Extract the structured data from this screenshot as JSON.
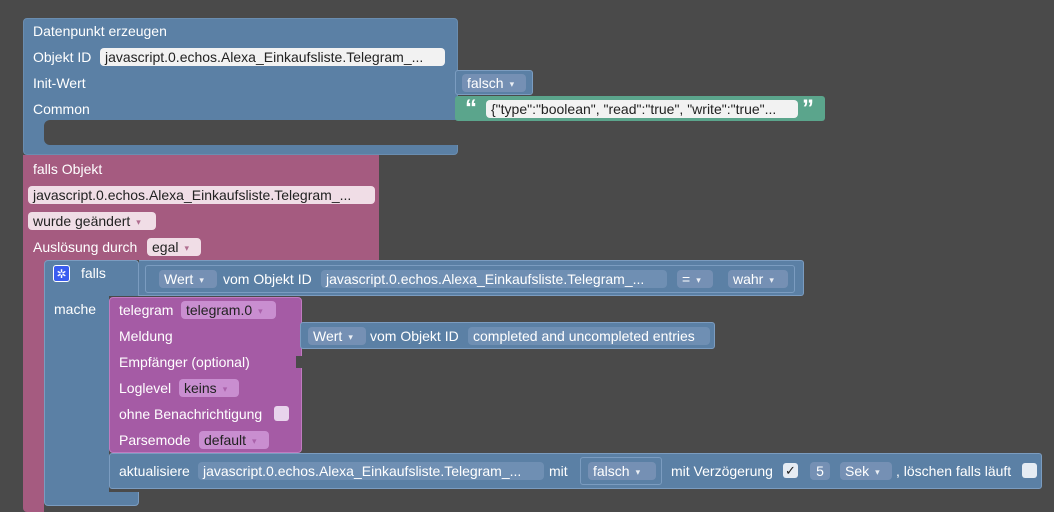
{
  "create_block": {
    "title": "Datenpunkt erzeugen",
    "object_id_label": "Objekt ID",
    "object_id_value": "javascript.0.echos.Alexa_Einkaufsliste.Telegram_...",
    "init_label": "Init-Wert",
    "init_value": "falsch",
    "common_label": "Common",
    "common_open_quote": "“",
    "common_value": "{\"type\":\"boolean\", \"read\":\"true\", \"write\":\"true\"...",
    "common_close_quote": "”"
  },
  "trigger_block": {
    "title": "falls Objekt",
    "object_id": "javascript.0.echos.Alexa_Einkaufsliste.Telegram_...",
    "condition": "wurde geändert",
    "trigger_label": "Auslösung durch",
    "trigger_value": "egal"
  },
  "if_block": {
    "if_label": "falls",
    "do_label": "mache",
    "value_dropdown": "Wert",
    "from_object_label": "vom Objekt ID",
    "object_id": "javascript.0.echos.Alexa_Einkaufsliste.Telegram_...",
    "operator": "=",
    "compare_value": "wahr"
  },
  "telegram_block": {
    "title": "telegram",
    "instance": "telegram.0",
    "message_label": "Meldung",
    "message_value_dropdown": "Wert",
    "message_from_label": "vom Objekt ID",
    "message_object_id": "completed and uncompleted entries",
    "recipient_label": "Empfänger (optional)",
    "loglevel_label": "Loglevel",
    "loglevel_value": "keins",
    "silent_label": "ohne Benachrichtigung",
    "parsemode_label": "Parsemode",
    "parsemode_value": "default"
  },
  "update_block": {
    "label": "aktualisiere",
    "object_id": "javascript.0.echos.Alexa_Einkaufsliste.Telegram_...",
    "with_label": "mit",
    "value": "falsch",
    "delay_label": "mit Verzögerung",
    "delay_check": "✓",
    "delay_amount": "5",
    "delay_unit": "Sek",
    "clear_label": ", löschen falls läuft"
  },
  "icons": {
    "dropdown_arrow": "▾",
    "gear": "gear-icon"
  },
  "colors": {
    "workspace": "#4a4a4a",
    "variable_block": "#5b80a5",
    "event_block": "#a55b80",
    "logic_block": "#5b80a5",
    "telegram_block": "#a55ba5",
    "text_block": "#5ba58c"
  }
}
